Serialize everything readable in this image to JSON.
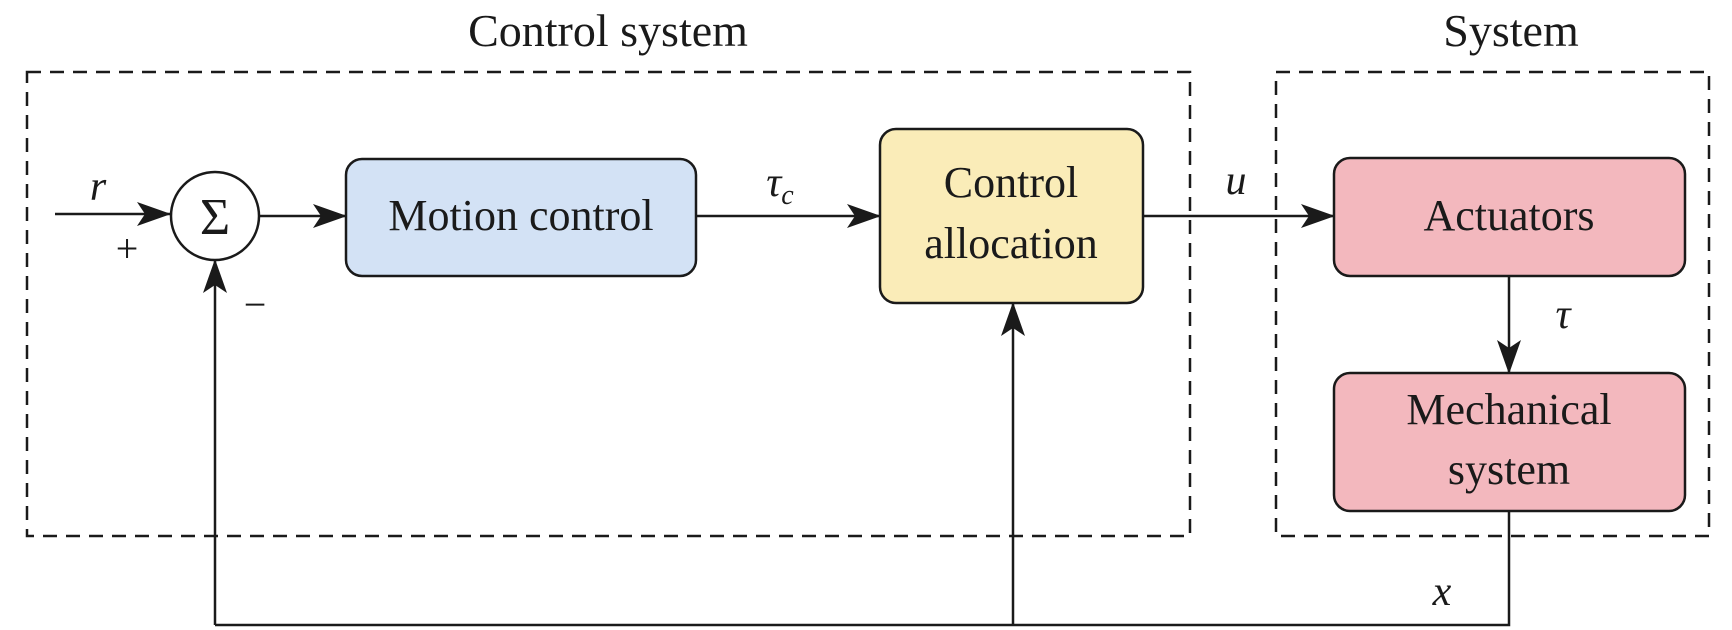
{
  "regions": {
    "control_system_title": "Control system",
    "system_title": "System"
  },
  "blocks": {
    "motion_control": "Motion control",
    "control_allocation_line1": "Control",
    "control_allocation_line2": "allocation",
    "actuators": "Actuators",
    "mechanical_system_line1": "Mechanical",
    "mechanical_system_line2": "system"
  },
  "summing_junction": {
    "symbol": "Σ",
    "plus": "+",
    "minus": "−"
  },
  "signals": {
    "reference": "r",
    "control_force": "τ",
    "control_force_sub": "c",
    "control_input": "u",
    "actuator_force": "τ",
    "state": "x"
  },
  "colors": {
    "motion_control_fill": "#d3e2f5",
    "control_allocation_fill": "#faecb8",
    "system_block_fill": "#f3b8be",
    "stroke": "#1a1a1a"
  }
}
